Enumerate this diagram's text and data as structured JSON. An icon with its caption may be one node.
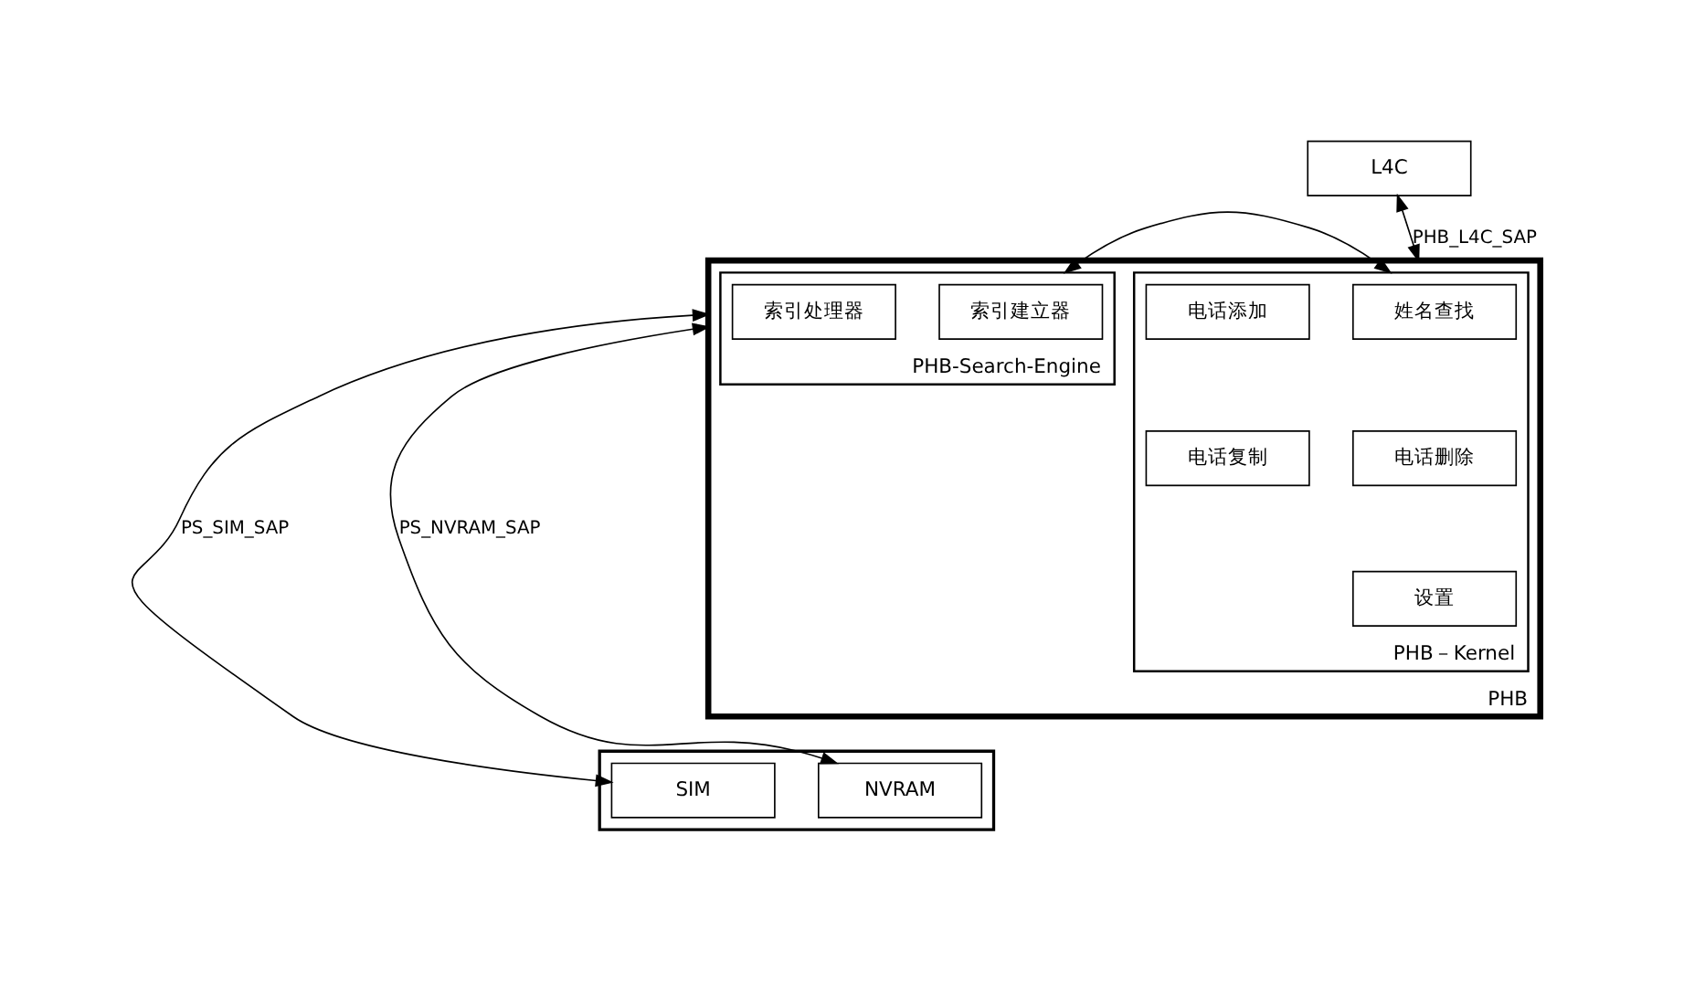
{
  "diagram": {
    "nodes": [
      {
        "text": [
          "L4C"
        ]
      },
      {
        "text": [
          "PHB"
        ]
      },
      {
        "text": [
          "PHB－Kernel"
        ],
        "in": 1
      },
      {
        "text": [
          "姓名查找"
        ],
        "in": 2
      },
      {
        "text": [
          "电话添加"
        ],
        "in": 2
      },
      {
        "text": [
          "电话删除"
        ],
        "in": 2
      },
      {
        "text": [
          "电话复制"
        ],
        "in": 2
      },
      {
        "text": [
          "设置"
        ],
        "in": 2
      },
      {
        "text": [
          "PHB-Search-Engine"
        ],
        "in": 1
      },
      {
        "text": [
          "索引建立器"
        ],
        "in": 8
      },
      {
        "text": [
          "索引处理器"
        ],
        "in": 8
      },
      {
        "text": [],
        "shape": "box"
      },
      {
        "text": [
          "SIM"
        ],
        "in": 11
      },
      {
        "text": [
          "NVRAM"
        ],
        "in": 11
      }
    ],
    "edges": [
      {
        "from": 0,
        "to": 1,
        "arrow": "both",
        "label": "PHB_L4C_SAP"
      },
      {
        "from": 2,
        "to": 8,
        "arrow": "both"
      },
      {
        "from": 1,
        "to": 12,
        "arrow": "both",
        "label": "PS_SIM_SAP"
      },
      {
        "from": 1,
        "to": 13,
        "arrow": "both",
        "label": "PS_NVRAM_SAP"
      }
    ]
  }
}
